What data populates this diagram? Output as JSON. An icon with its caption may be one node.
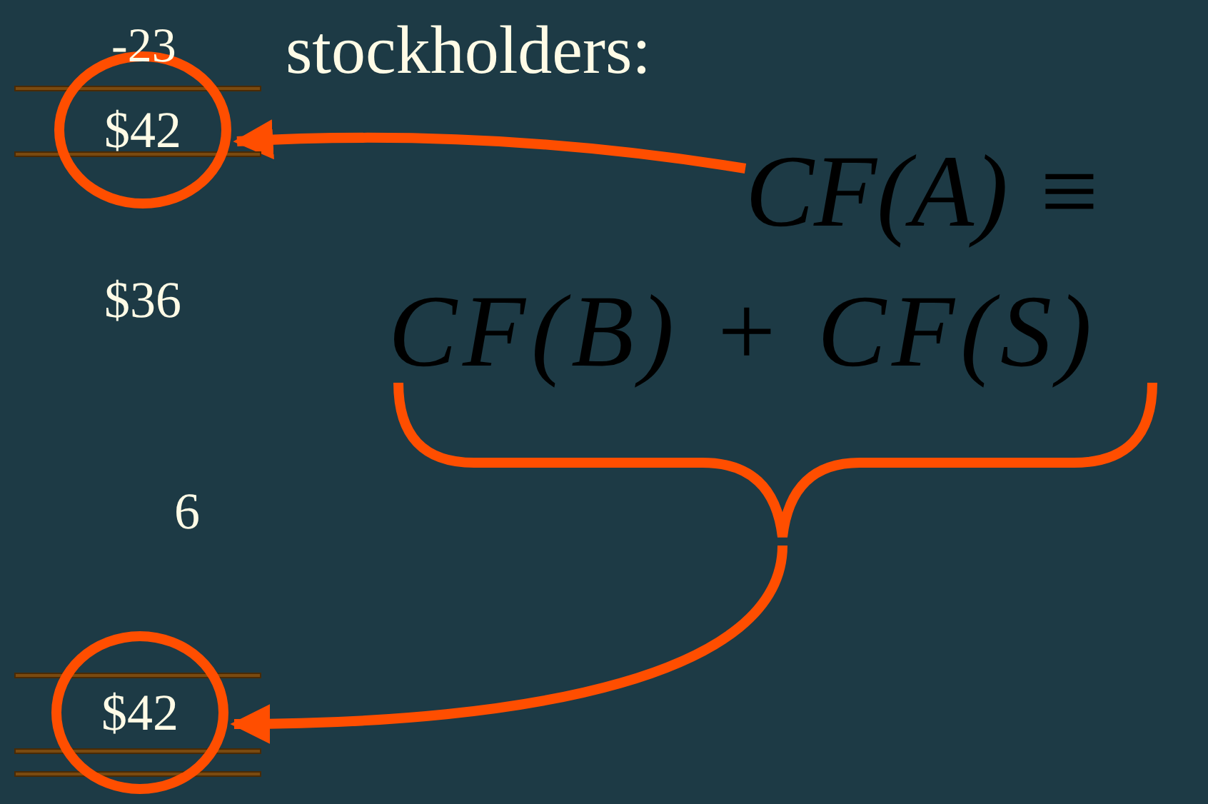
{
  "diagram": {
    "nodes": [
      {
        "text": [
          "$42"
        ]
      },
      {
        "text": [
          "CF(A) ≡"
        ]
      },
      {
        "text": [
          "CF(B) + CF(S)"
        ]
      },
      {
        "text": [
          "$42"
        ]
      }
    ],
    "edges": [
      {
        "from": 1,
        "to": 0,
        "arrow": "to"
      },
      {
        "from": 2,
        "to": 3,
        "arrow": "to"
      }
    ],
    "labels": [
      "-23",
      "stockholders:",
      "$36",
      "6"
    ]
  }
}
